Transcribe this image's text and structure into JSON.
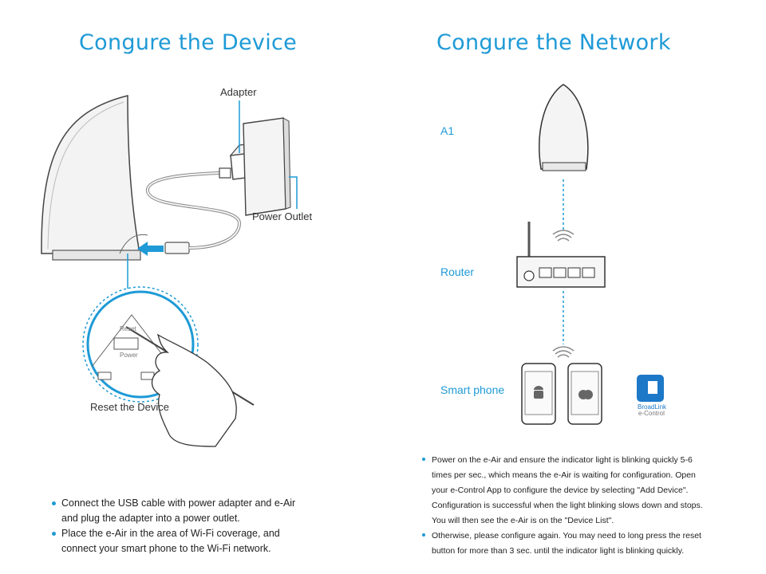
{
  "left": {
    "title": "Congure the Device",
    "labels": {
      "adapter": "Adapter",
      "power_outlet": "Power Outlet",
      "reset_the_device": "Reset the Device",
      "reset": "Reset",
      "power": "Power"
    },
    "bullets": [
      "Connect the USB cable with power adapter and e-Air and plug the adapter into a power outlet.",
      "Place the e-Air in the area of  Wi-Fi coverage, and connect your smart phone to the Wi-Fi network."
    ]
  },
  "right": {
    "title": "Congure the Network",
    "labels": {
      "a1": "A1",
      "router": "Router",
      "smart_phone": "Smart phone",
      "app_name": "e-Control",
      "app_brand": "BroadLink"
    },
    "bullets": [
      "Power on the e-Air and ensure the indicator light is blinking quickly 5-6 times per sec., which means the e-Air is waiting for configuration. Open your e-Control App to configure the device by selecting \"Add Device\". Configuration is successful when the light blinking slows down and stops. You will then see the e-Air is on the \"Device List\".",
      "Otherwise, please configure again. You may need to long press the reset button for more than 3 sec. until the indicator light is blinking quickly."
    ]
  },
  "colors": {
    "accent": "#1e9ad6",
    "outline": "#555555"
  },
  "icons": [
    "wifi-icon",
    "android-icon",
    "apple-icon",
    "e-control-app-icon",
    "usb-icon"
  ]
}
